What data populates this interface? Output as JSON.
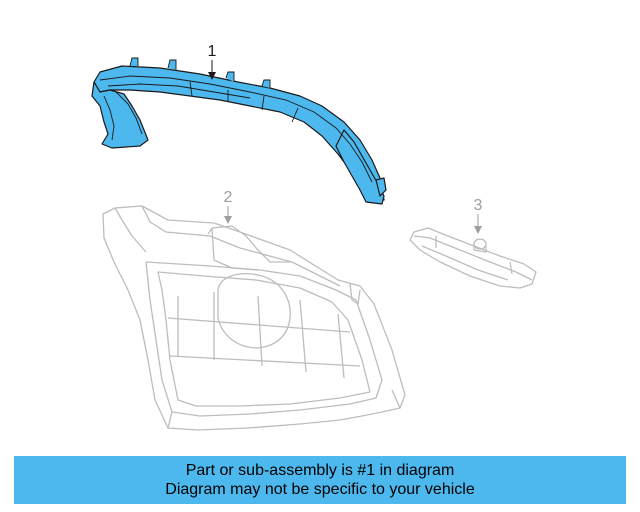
{
  "callouts": {
    "part_1": "1",
    "part_2": "2",
    "part_3": "3"
  },
  "banner": {
    "line1": "Part or sub-assembly is #1 in diagram",
    "line2": "Diagram may not be specific to your vehicle"
  },
  "colors": {
    "highlight": "#4DB8EE",
    "banner": "#4DB8EE",
    "ghost_line": "#BDBDBD",
    "ink": "#1A1A1A"
  },
  "icons": {
    "part_1": "upper-trim-panel-icon",
    "part_2": "liftgate-trim-panel-icon",
    "part_3": "handle-trim-icon"
  }
}
